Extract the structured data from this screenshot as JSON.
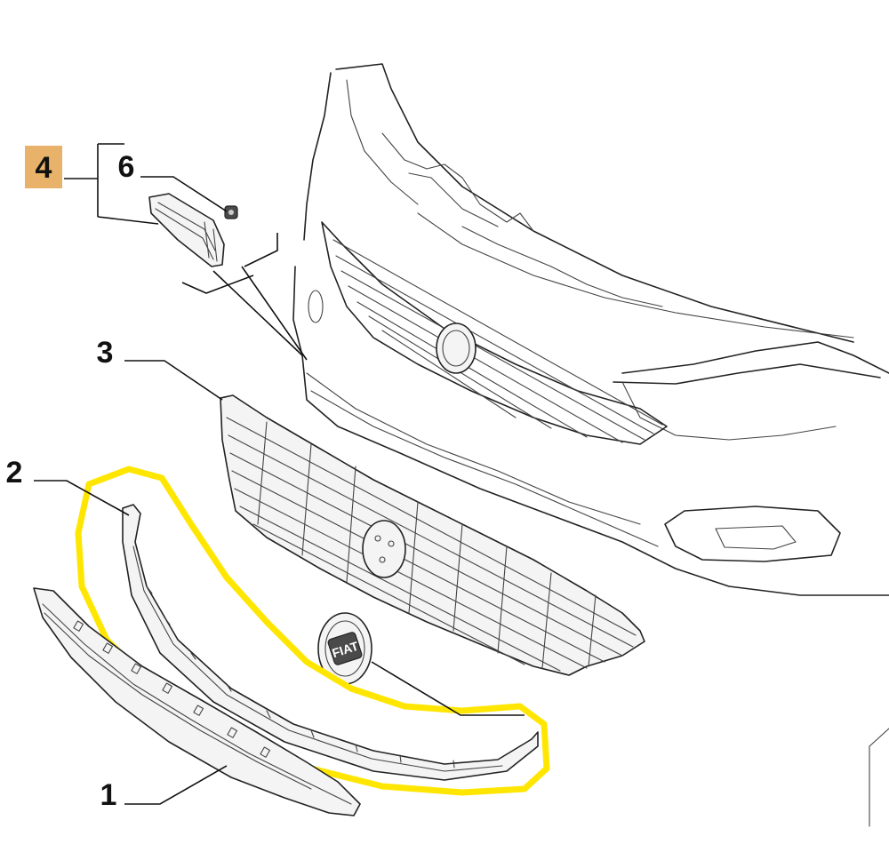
{
  "labels": {
    "item_1": "1",
    "item_2": "2",
    "item_3": "3",
    "item_4": "4",
    "item_6": "6"
  },
  "emblem_text": "FIAT",
  "colors": {
    "highlight": "#ffe600",
    "badge_4": "#e8b26a",
    "line": "#222222"
  }
}
